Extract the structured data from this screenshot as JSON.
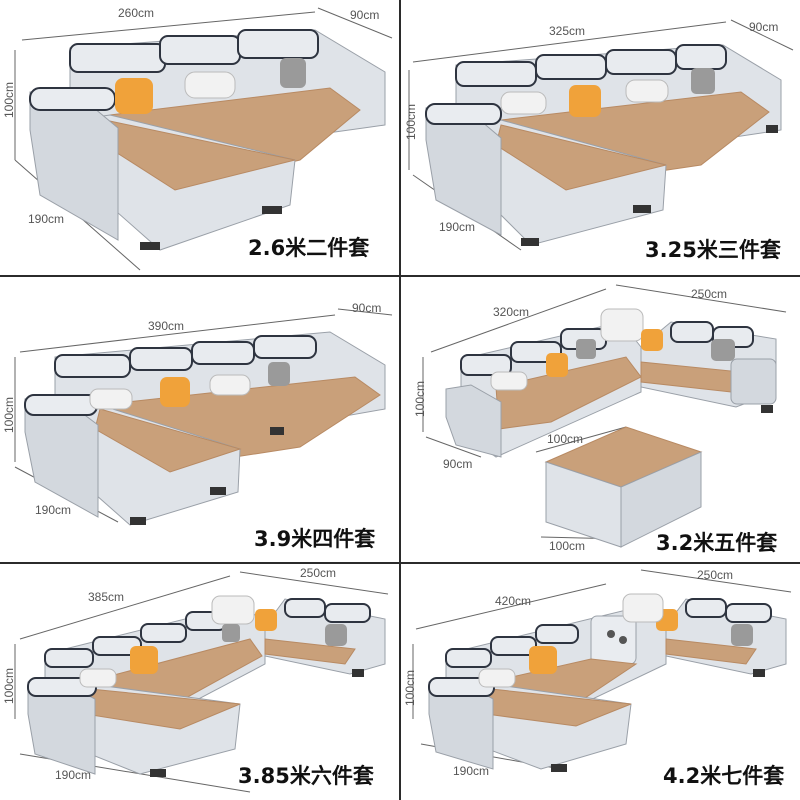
{
  "colors": {
    "leather": "#dfe3e8",
    "leather_dark": "#b9bfc7",
    "trim": "#2e3440",
    "mat": "#c9a07a",
    "mat_line": "#b88a63",
    "pillow_orange": "#f0a23a",
    "pillow_white": "#f2f2f2",
    "pillow_check": "#9a9a9a",
    "leg": "#333333"
  },
  "panels": [
    {
      "caption": "2.6米二件套",
      "dims": {
        "top_w": "260cm",
        "top_d": "90cm",
        "height": "100cm",
        "chaise": "190cm"
      }
    },
    {
      "caption": "3.25米三件套",
      "dims": {
        "top_w": "325cm",
        "top_d": "90cm",
        "height": "100cm",
        "chaise": "190cm"
      }
    },
    {
      "caption": "3.9米四件套",
      "dims": {
        "top_w": "390cm",
        "top_d": "90cm",
        "height": "100cm",
        "chaise": "190cm"
      }
    },
    {
      "caption": "3.2米五件套",
      "dims": {
        "top_w": "320cm",
        "top_d": "250cm",
        "height": "100cm",
        "chaise": "90cm",
        "ottoman_a": "100cm",
        "ottoman_b": "100cm"
      }
    },
    {
      "caption": "3.85米六件套",
      "dims": {
        "top_w": "385cm",
        "top_d": "250cm",
        "height": "100cm",
        "chaise": "190cm"
      }
    },
    {
      "caption": "4.2米七件套",
      "dims": {
        "top_w": "420cm",
        "top_d": "250cm",
        "height": "100cm",
        "chaise": "190cm"
      }
    }
  ]
}
